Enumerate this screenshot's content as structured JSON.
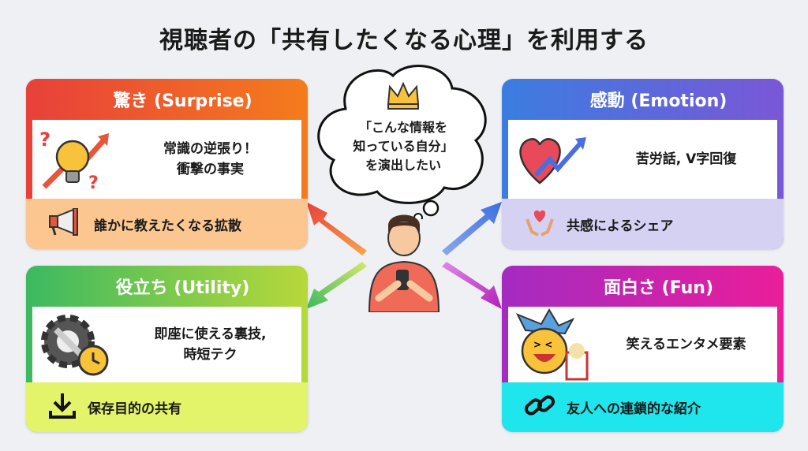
{
  "title": "視聴者の「共有したくなる心理」を利用する",
  "bubble": {
    "text": "「こんな情報を\n知っている自分」\nを演出したい",
    "icon": "crown-icon"
  },
  "cards": [
    {
      "title": "驚き (Surprise)",
      "body": "常識の逆張り！\n衝撃の事実",
      "footer": "誰かに教えたくなる拡散",
      "icon": "lightbulb-icon",
      "footer_icon": "megaphone-icon"
    },
    {
      "title": "感動 (Emotion)",
      "body": "苦労話, V字回復",
      "footer": "共感によるシェア",
      "icon": "heart-rising-icon",
      "footer_icon": "hands-heart-icon"
    },
    {
      "title": "役立ち (Utility)",
      "body": "即座に使える裏技,\n時短テク",
      "footer": "保存目的の共有",
      "icon": "gear-wrench-icon",
      "footer_icon": "download-icon"
    },
    {
      "title": "面白さ (Fun)",
      "body": "笑えるエンタメ要素",
      "footer": "友人への連鎖的な紹介",
      "icon": "laughing-jester-icon",
      "footer_icon": "link-icon"
    }
  ],
  "colors": {
    "surprise": "#e8403a",
    "emotion": "#3b7de0",
    "utility": "#3cb961",
    "fun": "#a42bc1"
  }
}
